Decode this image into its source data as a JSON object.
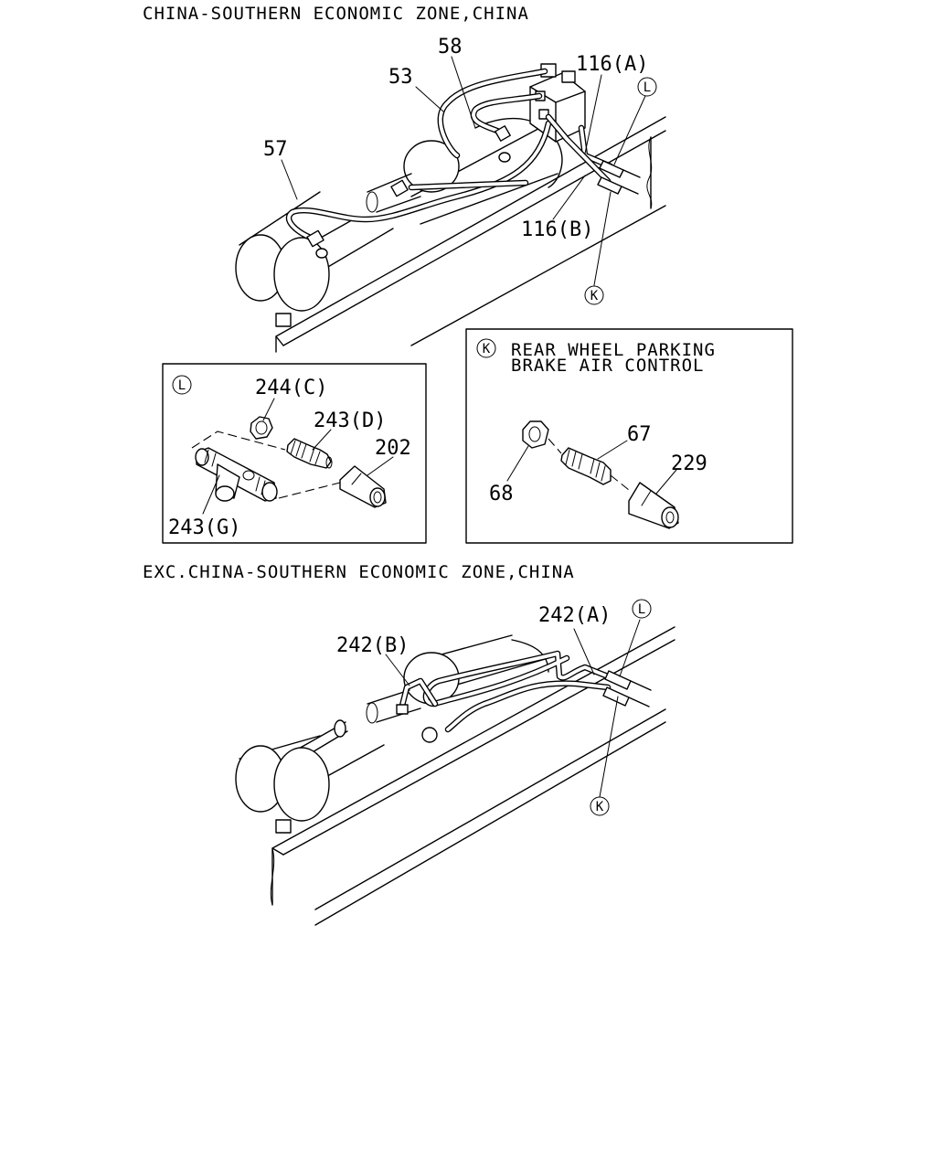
{
  "sections": {
    "top_caption": "CHINA-SOUTHERN ECONOMIC ZONE,CHINA",
    "bottom_caption": "EXC.CHINA-SOUTHERN ECONOMIC ZONE,CHINA"
  },
  "top_view": {
    "labels": {
      "p58": "58",
      "p53": "53",
      "p57": "57",
      "p116a": "116(A)",
      "p116b": "116(B)",
      "ref_l": "L",
      "ref_k": "K"
    }
  },
  "detail_l": {
    "ref": "L",
    "labels": {
      "p244c": "244(C)",
      "p243d": "243(D)",
      "p202": "202",
      "p243g": "243(G)"
    }
  },
  "detail_k": {
    "ref": "K",
    "title_line1": "REAR WHEEL PARKING",
    "title_line2": "BRAKE AIR CONTROL",
    "labels": {
      "p68": "68",
      "p67": "67",
      "p229": "229"
    }
  },
  "bottom_view": {
    "labels": {
      "p242a": "242(A)",
      "p242b": "242(B)",
      "ref_l": "L",
      "ref_k": "K"
    }
  }
}
